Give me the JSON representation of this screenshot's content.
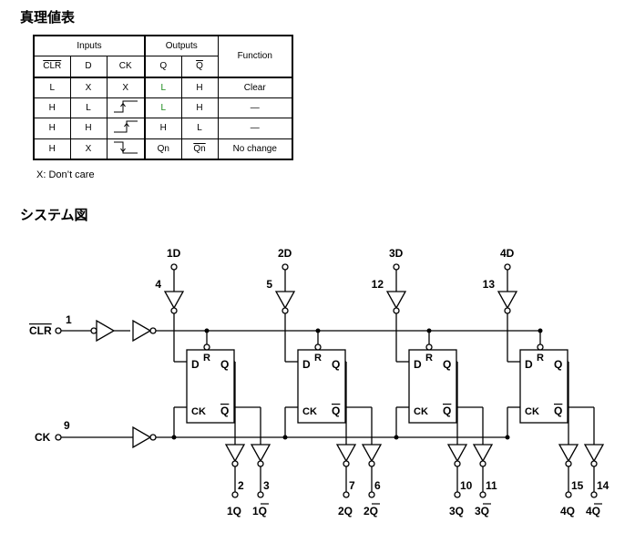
{
  "titles": {
    "truth_table": "真理値表",
    "system": "システム図"
  },
  "truth_table": {
    "group_inputs": "Inputs",
    "group_outputs": "Outputs",
    "col_function": "Function",
    "col_clr": "CLR",
    "col_d": "D",
    "col_ck": "CK",
    "col_q": "Q",
    "col_qbar": "Q",
    "rows": [
      {
        "clr": "L",
        "d": "X",
        "ck": "X",
        "q": "L",
        "qbar": "H",
        "func": "Clear"
      },
      {
        "clr": "H",
        "d": "L",
        "ck": "",
        "q": "L",
        "qbar": "H",
        "func": "—"
      },
      {
        "clr": "H",
        "d": "H",
        "ck": "",
        "q": "H",
        "qbar": "L",
        "func": "—"
      },
      {
        "clr": "H",
        "d": "X",
        "ck": "",
        "q": "Qn",
        "qbar": "Qn",
        "func": "No change"
      }
    ],
    "note": "X: Don’t care"
  },
  "diagram": {
    "clr_label": "CLR",
    "clr_pin": "1",
    "ck_label": "CK",
    "ck_pin": "9",
    "ff_labels": {
      "d": "D",
      "r": "R",
      "q": "Q",
      "ck": "CK",
      "qbar": "Q"
    },
    "stages": [
      {
        "d_label": "1D",
        "d_pin": "4",
        "q_pin": "2",
        "qbar_pin": "3",
        "q_label": "1Q",
        "qbar_label": "1Q"
      },
      {
        "d_label": "2D",
        "d_pin": "5",
        "q_pin": "7",
        "qbar_pin": "6",
        "q_label": "2Q",
        "qbar_label": "2Q"
      },
      {
        "d_label": "3D",
        "d_pin": "12",
        "q_pin": "10",
        "qbar_pin": "11",
        "q_label": "3Q",
        "qbar_label": "3Q"
      },
      {
        "d_label": "4D",
        "d_pin": "13",
        "q_pin": "15",
        "qbar_pin": "14",
        "q_label": "4Q",
        "qbar_label": "4Q"
      }
    ]
  }
}
